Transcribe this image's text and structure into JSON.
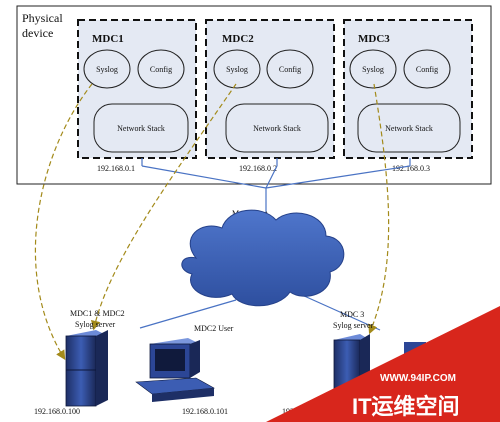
{
  "physical_device": {
    "line1": "Physical",
    "line2": "device"
  },
  "mdcs": [
    {
      "title": "MDC1",
      "syslog": "Syslog",
      "config": "Config",
      "stack": "Network Stack",
      "ip": "192.168.0.1"
    },
    {
      "title": "MDC2",
      "syslog": "Syslog",
      "config": "Config",
      "stack": "Network Stack",
      "ip": "192.168.0.2"
    },
    {
      "title": "MDC3",
      "syslog": "Syslog",
      "config": "Config",
      "stack": "Network Stack",
      "ip": "192.168.0.3"
    }
  ],
  "m_ethernet": "M-ethernet",
  "server12": {
    "line1": "MDC1 & MDC2",
    "line2": "Sylog server",
    "ip": "192.168.0.100"
  },
  "user2": {
    "label": "MDC2 User",
    "ip": "192.168.0.101"
  },
  "server3": {
    "line1": "MDC 3",
    "line2": "Sylog server",
    "ip": "192"
  },
  "watermark": {
    "url": "WWW.94IP.COM",
    "brand": "IT运维空间"
  },
  "colors": {
    "panel": "#e4e9f3",
    "cloud": "#3a5fb8",
    "arrow": "#a38a1a",
    "line": "#4a73c4",
    "watermark": "#d8261c"
  }
}
